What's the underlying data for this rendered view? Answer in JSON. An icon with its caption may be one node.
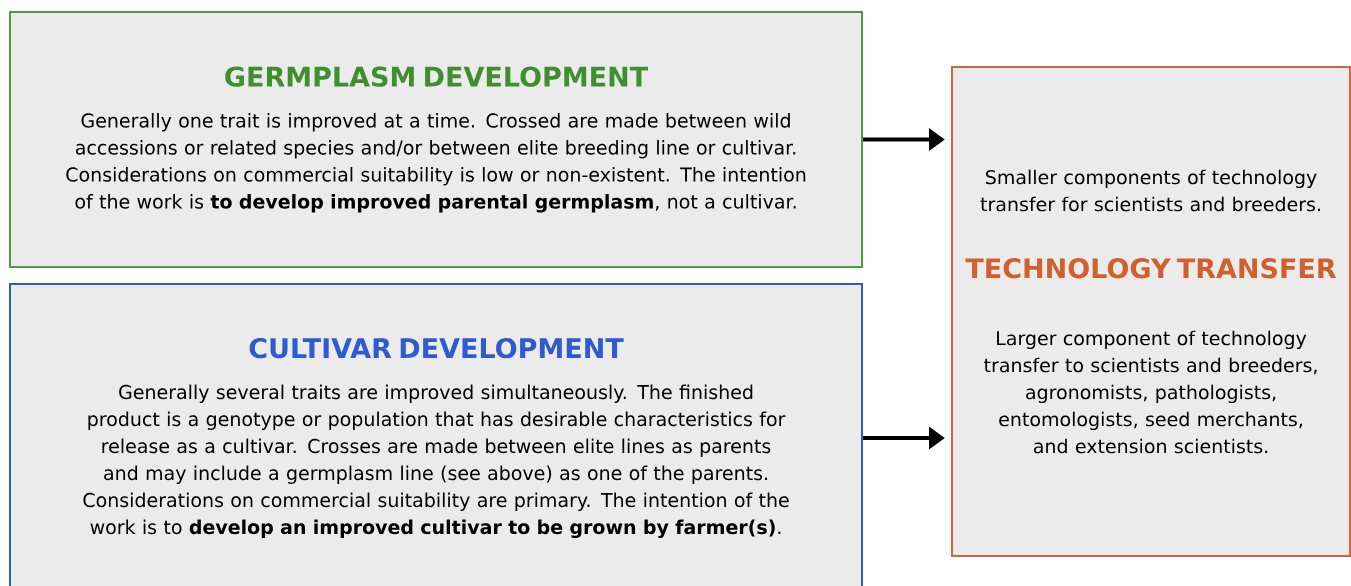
{
  "diagram": {
    "nodes": [
      {
        "text": [
          "GERMPLASM DEVELOPMENT",
          "Generally one trait is improved at a time. Crossed are made between wild accessions or related species and/or between elite breeding line or cultivar. Considerations on commercial suitability is low or non-existent. The intention of the work is **to develop improved parental germplasm**, not a cultivar."
        ]
      },
      {
        "text": [
          "CULTIVAR DEVELOPMENT",
          "Generally several traits are improved simultaneously. The finished product is a genotype or population that has desirable characteristics for release as a cultivar. Crosses are made between elite lines as parents and may include a germplasm line (see above) as one of the parents. Considerations on commercial suitability are primary. The intention of the work is to **develop an improved cultivar to be grown by farmer(s)**."
        ]
      },
      {
        "text": [
          "Smaller components of technology transfer for scientists and breeders.",
          "TECHNOLOGY TRANSFER",
          "Larger component of technology transfer to scientists and breeders, agronomists, pathologists, entomologists, seed merchants, and extension scientists."
        ]
      }
    ],
    "edges": [
      {
        "from": 0,
        "to": 2,
        "arrow": "to"
      },
      {
        "from": 1,
        "to": 2,
        "arrow": "to"
      }
    ]
  }
}
